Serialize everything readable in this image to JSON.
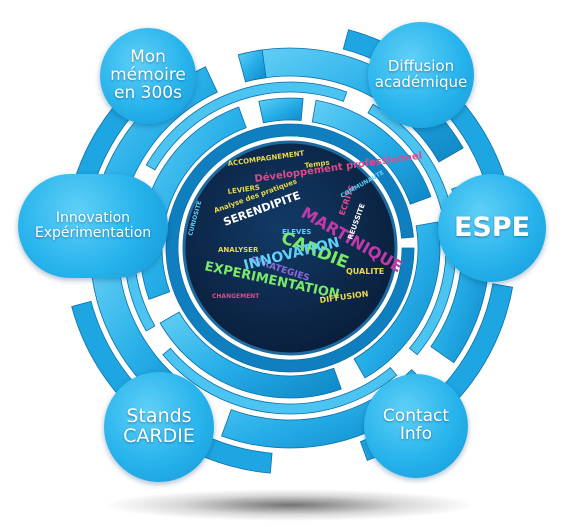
{
  "nodes": {
    "memoire": {
      "label": "Mon\nmémoire\nen 300s"
    },
    "diffusion": {
      "label": "Diffusion\nacadémique"
    },
    "innovation": {
      "label": "Innovation\nExpérimentation"
    },
    "espe": {
      "label": "ESPE"
    },
    "stands": {
      "label": "Stands\nCARDIE"
    },
    "contact": {
      "label": "Contact\nInfo"
    }
  },
  "word_cloud": [
    {
      "text": "ACCOMPAGNEMENT",
      "color": "#e9d94a"
    },
    {
      "text": "Temps",
      "color": "#e9d94a"
    },
    {
      "text": "Développement professionnel",
      "color": "#e04a8a"
    },
    {
      "text": "LEVIERS",
      "color": "#e9d94a"
    },
    {
      "text": "Analyse des pratiques",
      "color": "#e9d94a"
    },
    {
      "text": "SERENDIPITE",
      "color": "#ffffff"
    },
    {
      "text": "MARTINIQUE",
      "color": "#c23aa8"
    },
    {
      "text": "CARDIE",
      "color": "#7be86a"
    },
    {
      "text": "CURIOSITE",
      "color": "#5fd0f7"
    },
    {
      "text": "ELEVES",
      "color": "#5fd0f7"
    },
    {
      "text": "ANALYSER",
      "color": "#e9d94a"
    },
    {
      "text": "STRATEGIES",
      "color": "#8c6ad8"
    },
    {
      "text": "ECRITS",
      "color": "#e04a8a"
    },
    {
      "text": "INNOVATION",
      "color": "#5fd0f7"
    },
    {
      "text": "EXPERIMENTATION",
      "color": "#7be86a"
    },
    {
      "text": "QUALITE",
      "color": "#e9d94a"
    },
    {
      "text": "REUSSITE",
      "color": "#ffffff"
    },
    {
      "text": "DIFFUSION",
      "color": "#e9d94a"
    },
    {
      "text": "COMMUNAUTE",
      "color": "#5fd0f7"
    },
    {
      "text": "CHANGEMENT",
      "color": "#e04a8a"
    }
  ]
}
